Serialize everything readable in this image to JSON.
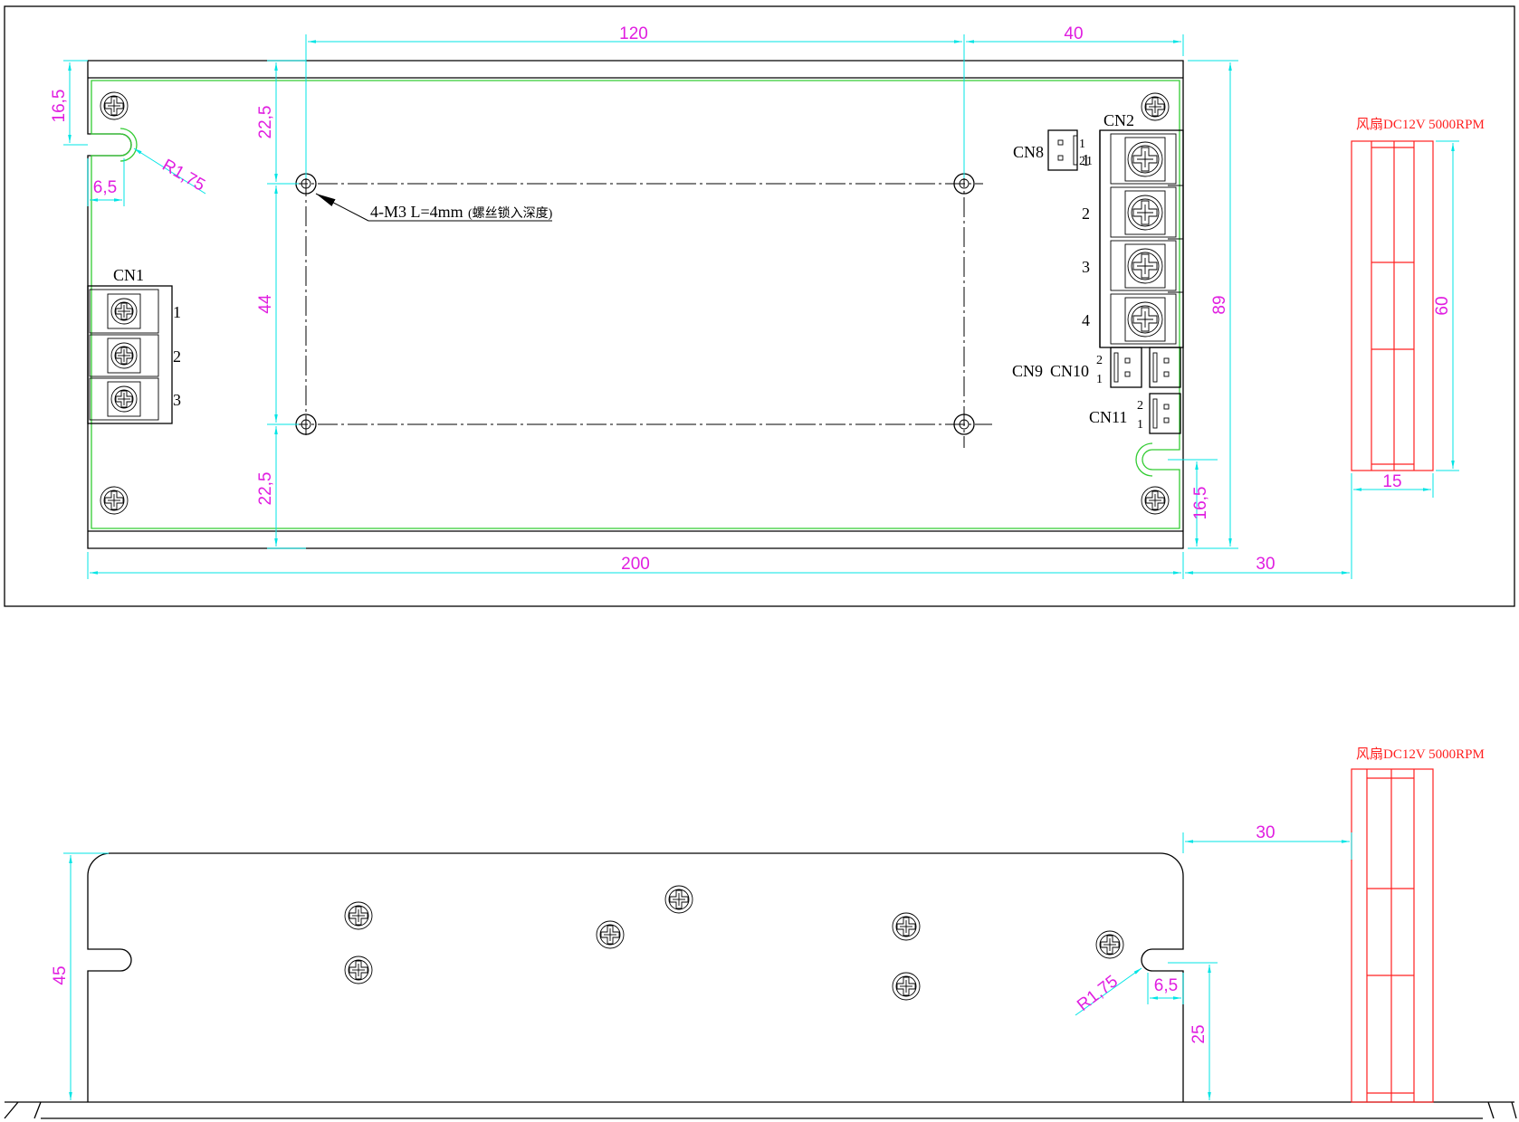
{
  "dimensions": {
    "total_length": "200",
    "mount_spacing_x": "120",
    "right_offset": "40",
    "top_margin": "22,5",
    "mount_spacing_y": "44",
    "bottom_margin": "22,5",
    "height_89": "89",
    "slot_top": "16,5",
    "slot_width": "6,5",
    "radius_top": "R1,75",
    "slot_bottom_right": "16,5",
    "fan_gap_top": "30",
    "fan_height": "60",
    "fan_depth": "15",
    "side_height": "45",
    "side_fan_gap": "30",
    "side_radius": "R1,75",
    "side_slot_width": "6,5",
    "side_slot_height": "25"
  },
  "labels": {
    "screw_note": "4-M3 L=4mm",
    "screw_note_sub": "(螺丝锁入深度)",
    "fan_top": "风扇DC12V 5000RPM",
    "fan_side": "风扇DC12V 5000RPM",
    "cn1": "CN1",
    "cn2": "CN2",
    "cn8": "CN8",
    "cn9": "CN9",
    "cn10": "CN10",
    "cn11": "CN11"
  },
  "pins": {
    "cn1": [
      "1",
      "2",
      "3"
    ],
    "cn2": [
      "1",
      "2",
      "3",
      "4"
    ],
    "cn8": [
      "1",
      "2"
    ],
    "cn9": [
      "2",
      "1"
    ],
    "cn11": [
      "2",
      "1"
    ]
  },
  "icons": {
    "screw": "cross-screw-icon",
    "terminal": "terminal-block-icon",
    "connector": "pin-header-icon"
  },
  "colors": {
    "outline": "#000000",
    "dimension_line": "#00e5e5",
    "dimension_text": "#e01ee0",
    "pcb_outline": "#33cc33",
    "fan": "#ff2020"
  }
}
